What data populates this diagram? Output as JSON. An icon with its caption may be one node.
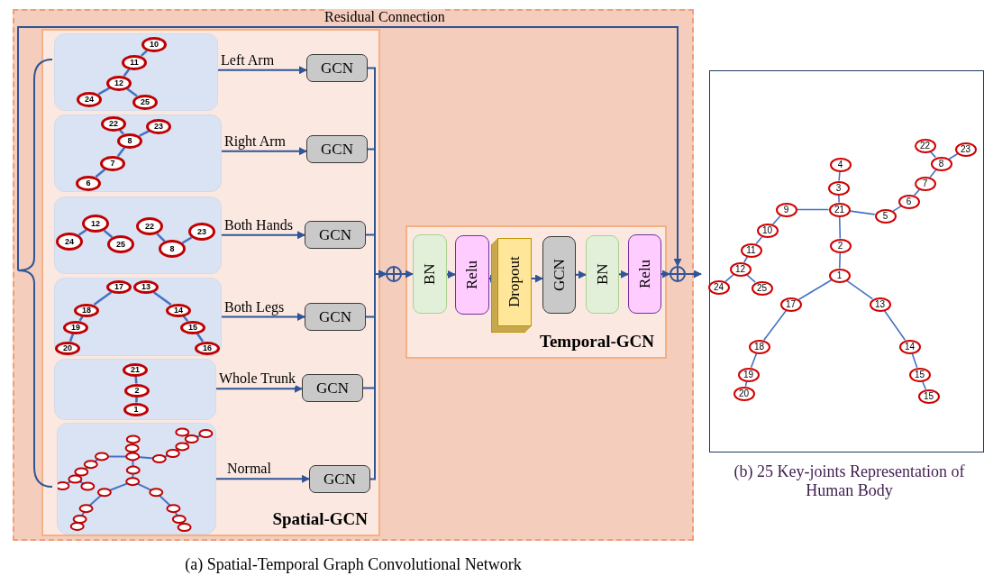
{
  "diagram": {
    "nodes": [
      {
        "text": [
          "(a) Spatial-Temporal Graph Convolutional Network"
        ]
      },
      {
        "text": [
          "Spatial-GCN"
        ],
        "in": 0
      },
      {
        "text": [],
        "shape": "box",
        "in": 1
      },
      {
        "text": [
          "10"
        ],
        "in": 2
      },
      {
        "text": [
          "11"
        ],
        "in": 2
      },
      {
        "text": [
          "12"
        ],
        "in": 2
      },
      {
        "text": [
          "24"
        ],
        "in": 2
      },
      {
        "text": [
          "25"
        ],
        "in": 2
      },
      {
        "text": [],
        "shape": "box",
        "in": 1
      },
      {
        "text": [
          "22"
        ],
        "in": 8
      },
      {
        "text": [
          "23"
        ],
        "in": 8
      },
      {
        "text": [
          "8"
        ],
        "in": 8
      },
      {
        "text": [
          "7"
        ],
        "in": 8
      },
      {
        "text": [
          "6"
        ],
        "in": 8
      },
      {
        "text": [],
        "shape": "box",
        "in": 1
      },
      {
        "text": [
          "12"
        ],
        "in": 14
      },
      {
        "text": [
          "24"
        ],
        "in": 14
      },
      {
        "text": [
          "25"
        ],
        "in": 14
      },
      {
        "text": [
          "22"
        ],
        "in": 14
      },
      {
        "text": [
          "8"
        ],
        "in": 14
      },
      {
        "text": [
          "23"
        ],
        "in": 14
      },
      {
        "text": [],
        "shape": "box",
        "in": 1
      },
      {
        "text": [
          "17"
        ],
        "in": 21
      },
      {
        "text": [
          "13"
        ],
        "in": 21
      },
      {
        "text": [
          "18"
        ],
        "in": 21
      },
      {
        "text": [
          "14"
        ],
        "in": 21
      },
      {
        "text": [
          "19"
        ],
        "in": 21
      },
      {
        "text": [
          "15"
        ],
        "in": 21
      },
      {
        "text": [
          "20"
        ],
        "in": 21
      },
      {
        "text": [
          "16"
        ],
        "in": 21
      },
      {
        "text": [],
        "shape": "box",
        "in": 1
      },
      {
        "text": [
          "21"
        ],
        "in": 30
      },
      {
        "text": [
          "2"
        ],
        "in": 30
      },
      {
        "text": [
          "1"
        ],
        "in": 30
      },
      {
        "text": [],
        "shape": "box",
        "in": 1
      },
      {
        "text": [
          "GCN"
        ],
        "in": 1
      },
      {
        "text": [
          "GCN"
        ],
        "in": 1
      },
      {
        "text": [
          "GCN"
        ],
        "in": 1
      },
      {
        "text": [
          "GCN"
        ],
        "in": 1
      },
      {
        "text": [
          "GCN"
        ],
        "in": 1
      },
      {
        "text": [
          "GCN"
        ],
        "in": 1
      },
      {
        "text": [
          "Temporal-GCN"
        ],
        "in": 0
      },
      {
        "text": [
          "BN"
        ],
        "in": 41
      },
      {
        "text": [
          "Relu"
        ],
        "in": 41
      },
      {
        "text": [
          "Dropout"
        ],
        "in": 41
      },
      {
        "text": [
          "GCN"
        ],
        "in": 41
      },
      {
        "text": [
          "BN"
        ],
        "in": 41
      },
      {
        "text": [
          "Relu"
        ],
        "in": 41
      },
      {
        "text": [],
        "shape": "circle",
        "in": 0
      },
      {
        "text": [],
        "shape": "circle",
        "in": 0
      },
      {
        "text": [
          "(b) 25 Key-joints Representation of Human Body"
        ]
      },
      {
        "text": [
          "22"
        ],
        "in": 50
      },
      {
        "text": [
          "23"
        ],
        "in": 50
      },
      {
        "text": [
          "8"
        ],
        "in": 50
      },
      {
        "text": [
          "4"
        ],
        "in": 50
      },
      {
        "text": [
          "7"
        ],
        "in": 50
      },
      {
        "text": [
          "3"
        ],
        "in": 50
      },
      {
        "text": [
          "6"
        ],
        "in": 50
      },
      {
        "text": [
          "9"
        ],
        "in": 50
      },
      {
        "text": [
          "21"
        ],
        "in": 50
      },
      {
        "text": [
          "5"
        ],
        "in": 50
      },
      {
        "text": [
          "10"
        ],
        "in": 50
      },
      {
        "text": [
          "11"
        ],
        "in": 50
      },
      {
        "text": [
          "2"
        ],
        "in": 50
      },
      {
        "text": [
          "12"
        ],
        "in": 50
      },
      {
        "text": [
          "24"
        ],
        "in": 50
      },
      {
        "text": [
          "1"
        ],
        "in": 50
      },
      {
        "text": [
          "25"
        ],
        "in": 50
      },
      {
        "text": [
          "17"
        ],
        "in": 50
      },
      {
        "text": [
          "13"
        ],
        "in": 50
      },
      {
        "text": [
          "18"
        ],
        "in": 50
      },
      {
        "text": [
          "14"
        ],
        "in": 50
      },
      {
        "text": [
          "19"
        ],
        "in": 50
      },
      {
        "text": [
          "15"
        ],
        "in": 50
      },
      {
        "text": [
          "20"
        ],
        "in": 50
      },
      {
        "text": [
          "15"
        ],
        "in": 50
      },
      {
        "text": [],
        "shape": "bracket",
        "in": 0
      }
    ],
    "edges": [
      {
        "from": 2,
        "to": 35,
        "arrow": "to",
        "label": "Left Arm",
        "color": "#2f5597"
      },
      {
        "from": 8,
        "to": 36,
        "arrow": "to",
        "label": "Right Arm",
        "color": "#2f5597"
      },
      {
        "from": 14,
        "to": 37,
        "arrow": "to",
        "label": "Both Hands",
        "color": "#2f5597"
      },
      {
        "from": 21,
        "to": 38,
        "arrow": "to",
        "label": "Both Legs",
        "color": "#2f5597"
      },
      {
        "from": 30,
        "to": 39,
        "arrow": "to",
        "label": "Whole Trunk",
        "color": "#2f5597"
      },
      {
        "from": 34,
        "to": 40,
        "arrow": "to",
        "label": "Normal",
        "color": "#2f5597"
      },
      {
        "from": 35,
        "to": 48,
        "arrow": "to",
        "color": "#2f5597"
      },
      {
        "from": 36,
        "to": 48,
        "arrow": "to",
        "color": "#2f5597"
      },
      {
        "from": 37,
        "to": 48,
        "arrow": "to",
        "color": "#2f5597"
      },
      {
        "from": 38,
        "to": 48,
        "arrow": "to",
        "color": "#2f5597"
      },
      {
        "from": 39,
        "to": 48,
        "arrow": "to",
        "color": "#2f5597"
      },
      {
        "from": 40,
        "to": 48,
        "arrow": "to",
        "color": "#2f5597"
      },
      {
        "from": 48,
        "to": 42,
        "arrow": "to",
        "color": "#2f5597"
      },
      {
        "from": 42,
        "to": 43,
        "arrow": "to",
        "color": "#2f5597"
      },
      {
        "from": 43,
        "to": 44,
        "arrow": "to",
        "color": "#2f5597"
      },
      {
        "from": 44,
        "to": 45,
        "arrow": "to",
        "color": "#2f5597"
      },
      {
        "from": 45,
        "to": 46,
        "arrow": "to",
        "color": "#2f5597"
      },
      {
        "from": 46,
        "to": 47,
        "arrow": "to",
        "color": "#2f5597"
      },
      {
        "from": 47,
        "to": 49,
        "arrow": "to",
        "color": "#2f5597"
      },
      {
        "from": 76,
        "to": 49,
        "arrow": "to",
        "label": "Residual Connection",
        "color": "#2f5597"
      },
      {
        "from": 49,
        "to": null,
        "arrow": "to",
        "color": "#2f5597"
      },
      {
        "from": 3,
        "to": 4,
        "arrow": "none"
      },
      {
        "from": 4,
        "to": 5,
        "arrow": "none"
      },
      {
        "from": 5,
        "to": 6,
        "arrow": "none"
      },
      {
        "from": 5,
        "to": 7,
        "arrow": "none"
      },
      {
        "from": 9,
        "to": 11,
        "arrow": "none"
      },
      {
        "from": 10,
        "to": 11,
        "arrow": "none"
      },
      {
        "from": 11,
        "to": 12,
        "arrow": "none"
      },
      {
        "from": 12,
        "to": 13,
        "arrow": "none"
      },
      {
        "from": 15,
        "to": 16,
        "arrow": "none"
      },
      {
        "from": 15,
        "to": 17,
        "arrow": "none"
      },
      {
        "from": 18,
        "to": 19,
        "arrow": "none"
      },
      {
        "from": 19,
        "to": 20,
        "arrow": "none"
      },
      {
        "from": 22,
        "to": 24,
        "arrow": "none"
      },
      {
        "from": 24,
        "to": 26,
        "arrow": "none"
      },
      {
        "from": 26,
        "to": 28,
        "arrow": "none"
      },
      {
        "from": 23,
        "to": 25,
        "arrow": "none"
      },
      {
        "from": 25,
        "to": 27,
        "arrow": "none"
      },
      {
        "from": 27,
        "to": 29,
        "arrow": "none"
      },
      {
        "from": 31,
        "to": 32,
        "arrow": "none"
      },
      {
        "from": 32,
        "to": 33,
        "arrow": "none"
      },
      {
        "from": 54,
        "to": 56,
        "arrow": "none"
      },
      {
        "from": 56,
        "to": 59,
        "arrow": "none"
      },
      {
        "from": 59,
        "to": 58,
        "arrow": "none"
      },
      {
        "from": 59,
        "to": 60,
        "arrow": "none"
      },
      {
        "from": 59,
        "to": 63,
        "arrow": "none"
      },
      {
        "from": 63,
        "to": 66,
        "arrow": "none"
      },
      {
        "from": 58,
        "to": 61,
        "arrow": "none"
      },
      {
        "from": 61,
        "to": 62,
        "arrow": "none"
      },
      {
        "from": 62,
        "to": 64,
        "arrow": "none"
      },
      {
        "from": 64,
        "to": 65,
        "arrow": "none"
      },
      {
        "from": 64,
        "to": 67,
        "arrow": "none"
      },
      {
        "from": 60,
        "to": 57,
        "arrow": "none"
      },
      {
        "from": 57,
        "to": 55,
        "arrow": "none"
      },
      {
        "from": 55,
        "to": 53,
        "arrow": "none"
      },
      {
        "from": 53,
        "to": 51,
        "arrow": "none"
      },
      {
        "from": 53,
        "to": 52,
        "arrow": "none"
      },
      {
        "from": 66,
        "to": 68,
        "arrow": "none"
      },
      {
        "from": 68,
        "to": 70,
        "arrow": "none"
      },
      {
        "from": 70,
        "to": 72,
        "arrow": "none"
      },
      {
        "from": 72,
        "to": 74,
        "arrow": "none"
      },
      {
        "from": 66,
        "to": 69,
        "arrow": "none"
      },
      {
        "from": 69,
        "to": 71,
        "arrow": "none"
      },
      {
        "from": 71,
        "to": 73,
        "arrow": "none"
      },
      {
        "from": 73,
        "to": 75,
        "arrow": "none"
      }
    ]
  }
}
